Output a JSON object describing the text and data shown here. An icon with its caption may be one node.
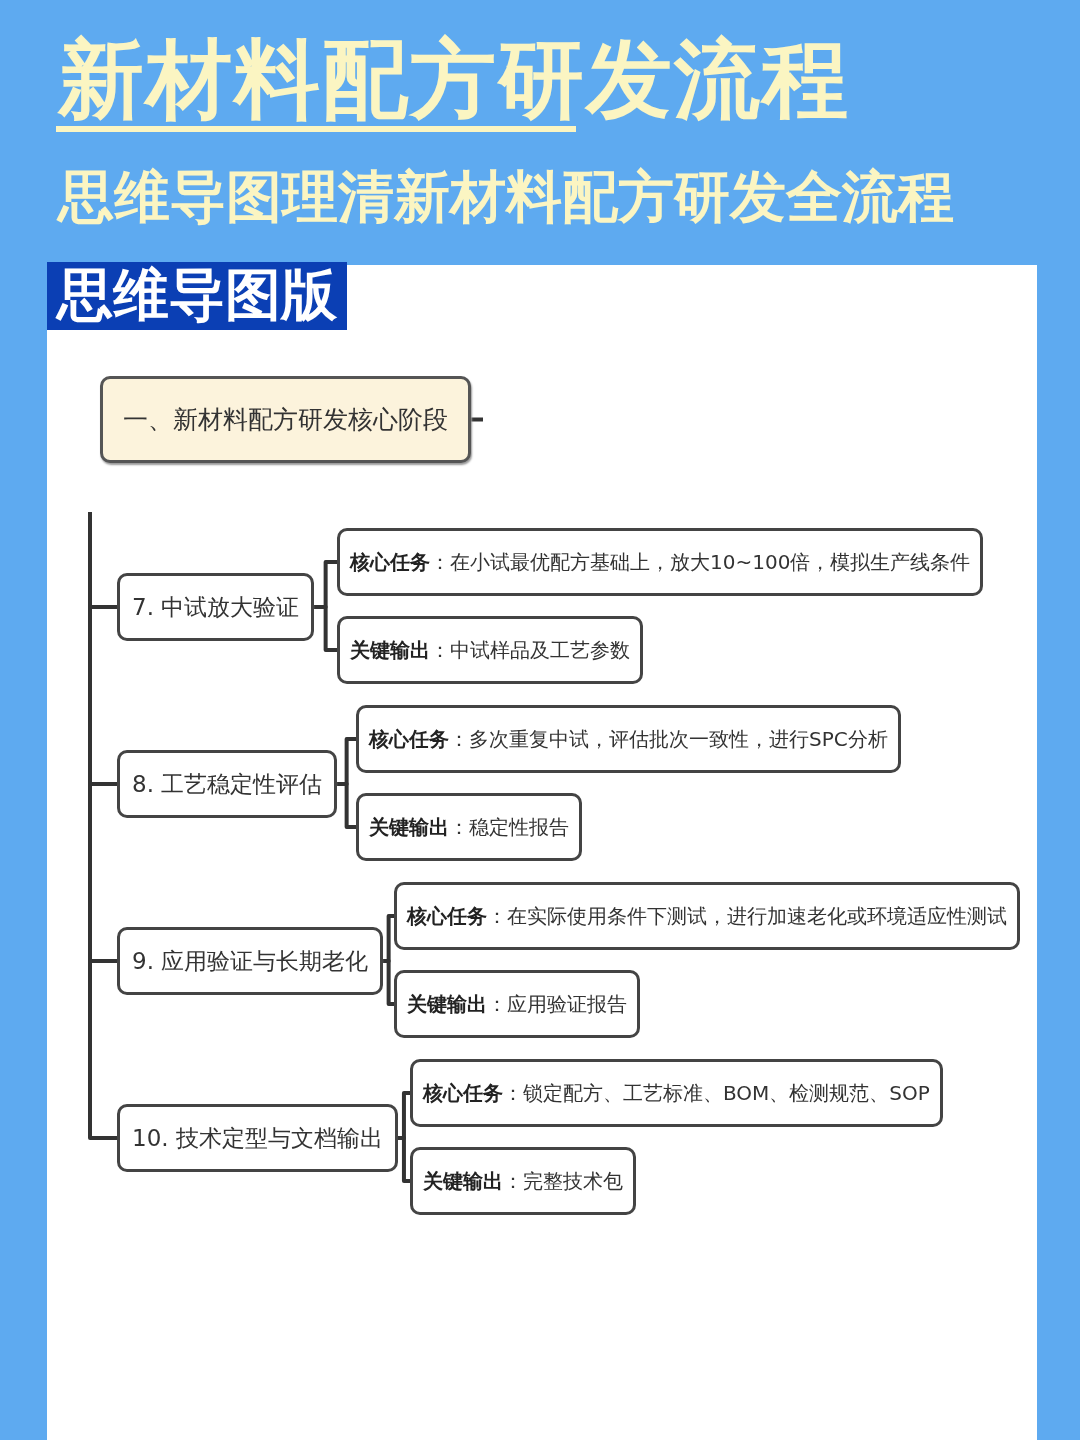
{
  "diagram": {
    "title": "新材料配方研发流程",
    "nodes": [
      {
        "text": [
          "思维导图版"
        ]
      },
      {
        "text": [
          "一、新材料配方研发核心阶段"
        ]
      },
      {
        "text": [
          "7. 中试放大验证"
        ]
      },
      {
        "text": [
          "**核心任务**：在小试最优配方基础上，放大10~100倍，模拟生产线条件"
        ]
      },
      {
        "text": [
          "**关键输出**：中试样品及工艺参数"
        ]
      },
      {
        "text": [
          "8. 工艺稳定性评估"
        ]
      },
      {
        "text": [
          "**核心任务**：多次重复中试，评估批次一致性，进行SPC分析"
        ]
      },
      {
        "text": [
          "**关键输出**：稳定性报告"
        ]
      },
      {
        "text": [
          "9. 应用验证与长期老化"
        ]
      },
      {
        "text": [
          "**核心任务**：在实际使用条件下测试，进行加速老化或环境适应性测试"
        ]
      },
      {
        "text": [
          "**关键输出**：应用验证报告"
        ]
      },
      {
        "text": [
          "10. 技术定型与文档输出"
        ]
      },
      {
        "text": [
          "**核心任务**：锁定配方、工艺标准、BOM、检测规范、SOP"
        ]
      },
      {
        "text": [
          "**关键输出**：完整技术包"
        ]
      }
    ],
    "edges": [
      {
        "from": 1,
        "to": null,
        "arrow": "none"
      },
      {
        "from": null,
        "to": 2,
        "arrow": "none"
      },
      {
        "from": 2,
        "to": 3,
        "arrow": "none"
      },
      {
        "from": 2,
        "to": 4,
        "arrow": "none"
      },
      {
        "from": null,
        "to": 5,
        "arrow": "none"
      },
      {
        "from": 5,
        "to": 6,
        "arrow": "none"
      },
      {
        "from": 5,
        "to": 7,
        "arrow": "none"
      },
      {
        "from": null,
        "to": 8,
        "arrow": "none"
      },
      {
        "from": 8,
        "to": 9,
        "arrow": "none"
      },
      {
        "from": 8,
        "to": 10,
        "arrow": "none"
      },
      {
        "from": null,
        "to": 11,
        "arrow": "none"
      },
      {
        "from": 11,
        "to": 12,
        "arrow": "none"
      },
      {
        "from": 11,
        "to": 13,
        "arrow": "none"
      }
    ],
    "labels": [
      "思维导图理清新材料配方研发全流程"
    ]
  }
}
